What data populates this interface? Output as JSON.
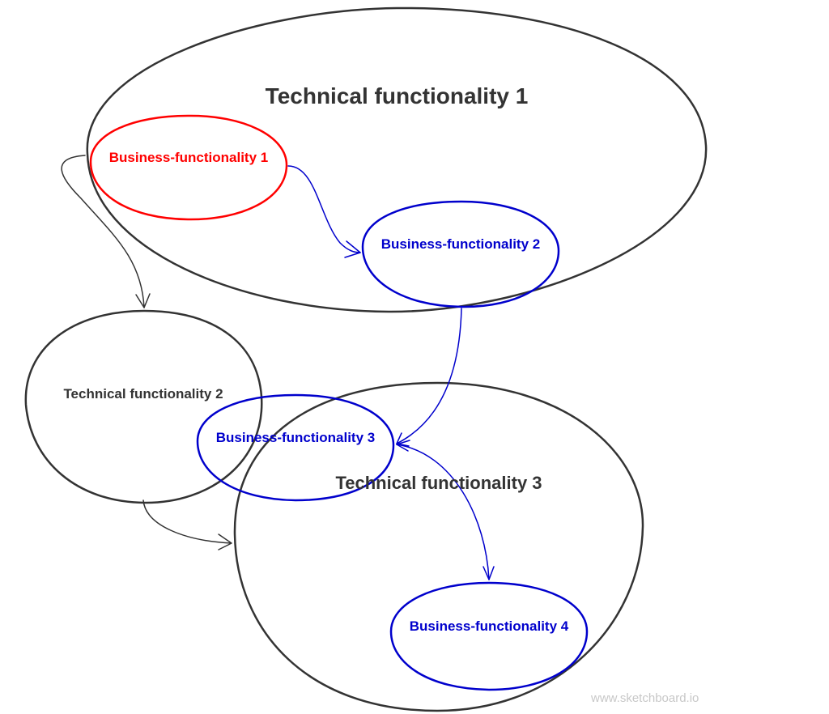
{
  "nodes": {
    "tf1": "Technical functionality 1",
    "tf2": "Technical functionality 2",
    "tf3": "Technical functionality 3",
    "bf1": "Business-functionality 1",
    "bf2": "Business-functionality 2",
    "bf3": "Business-functionality 3",
    "bf4": "Business-functionality 4"
  },
  "connections": [
    {
      "from": "Business-functionality 1",
      "to": "Business-functionality 2"
    },
    {
      "from": "Technical functionality 1",
      "to": "Technical functionality 2"
    },
    {
      "from": "Business-functionality 2",
      "to": "Business-functionality 3"
    },
    {
      "from": "Business-functionality 3",
      "to": "Business-functionality 4",
      "bidirectional": true
    },
    {
      "from": "Technical functionality 2",
      "to": "Technical functionality 3"
    }
  ],
  "colors": {
    "technical": "#333333",
    "business_highlight": "#ff0000",
    "business": "#0000cc"
  },
  "watermark": "www.sketchboard.io"
}
